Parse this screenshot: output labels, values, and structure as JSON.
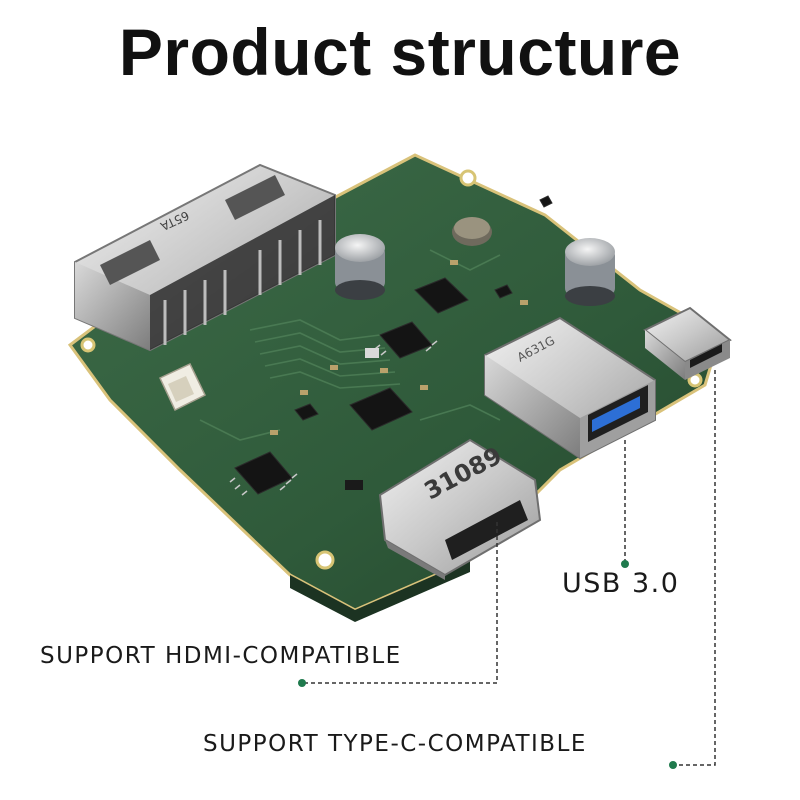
{
  "title": "Product structure",
  "callouts": {
    "usb": "USB 3.0",
    "hdmi": "SUPPORT HDMI-COMPATIBLE",
    "typec": "SUPPORT TYPE-C-COMPATIBLE"
  },
  "chip_markings": {
    "rj45": "65TA",
    "usb_port": "A631G",
    "hdmi_port": "31089"
  },
  "colors": {
    "pcb": "#2f5a3a",
    "callout_dot": "#1f7a4d",
    "text": "#111111"
  }
}
